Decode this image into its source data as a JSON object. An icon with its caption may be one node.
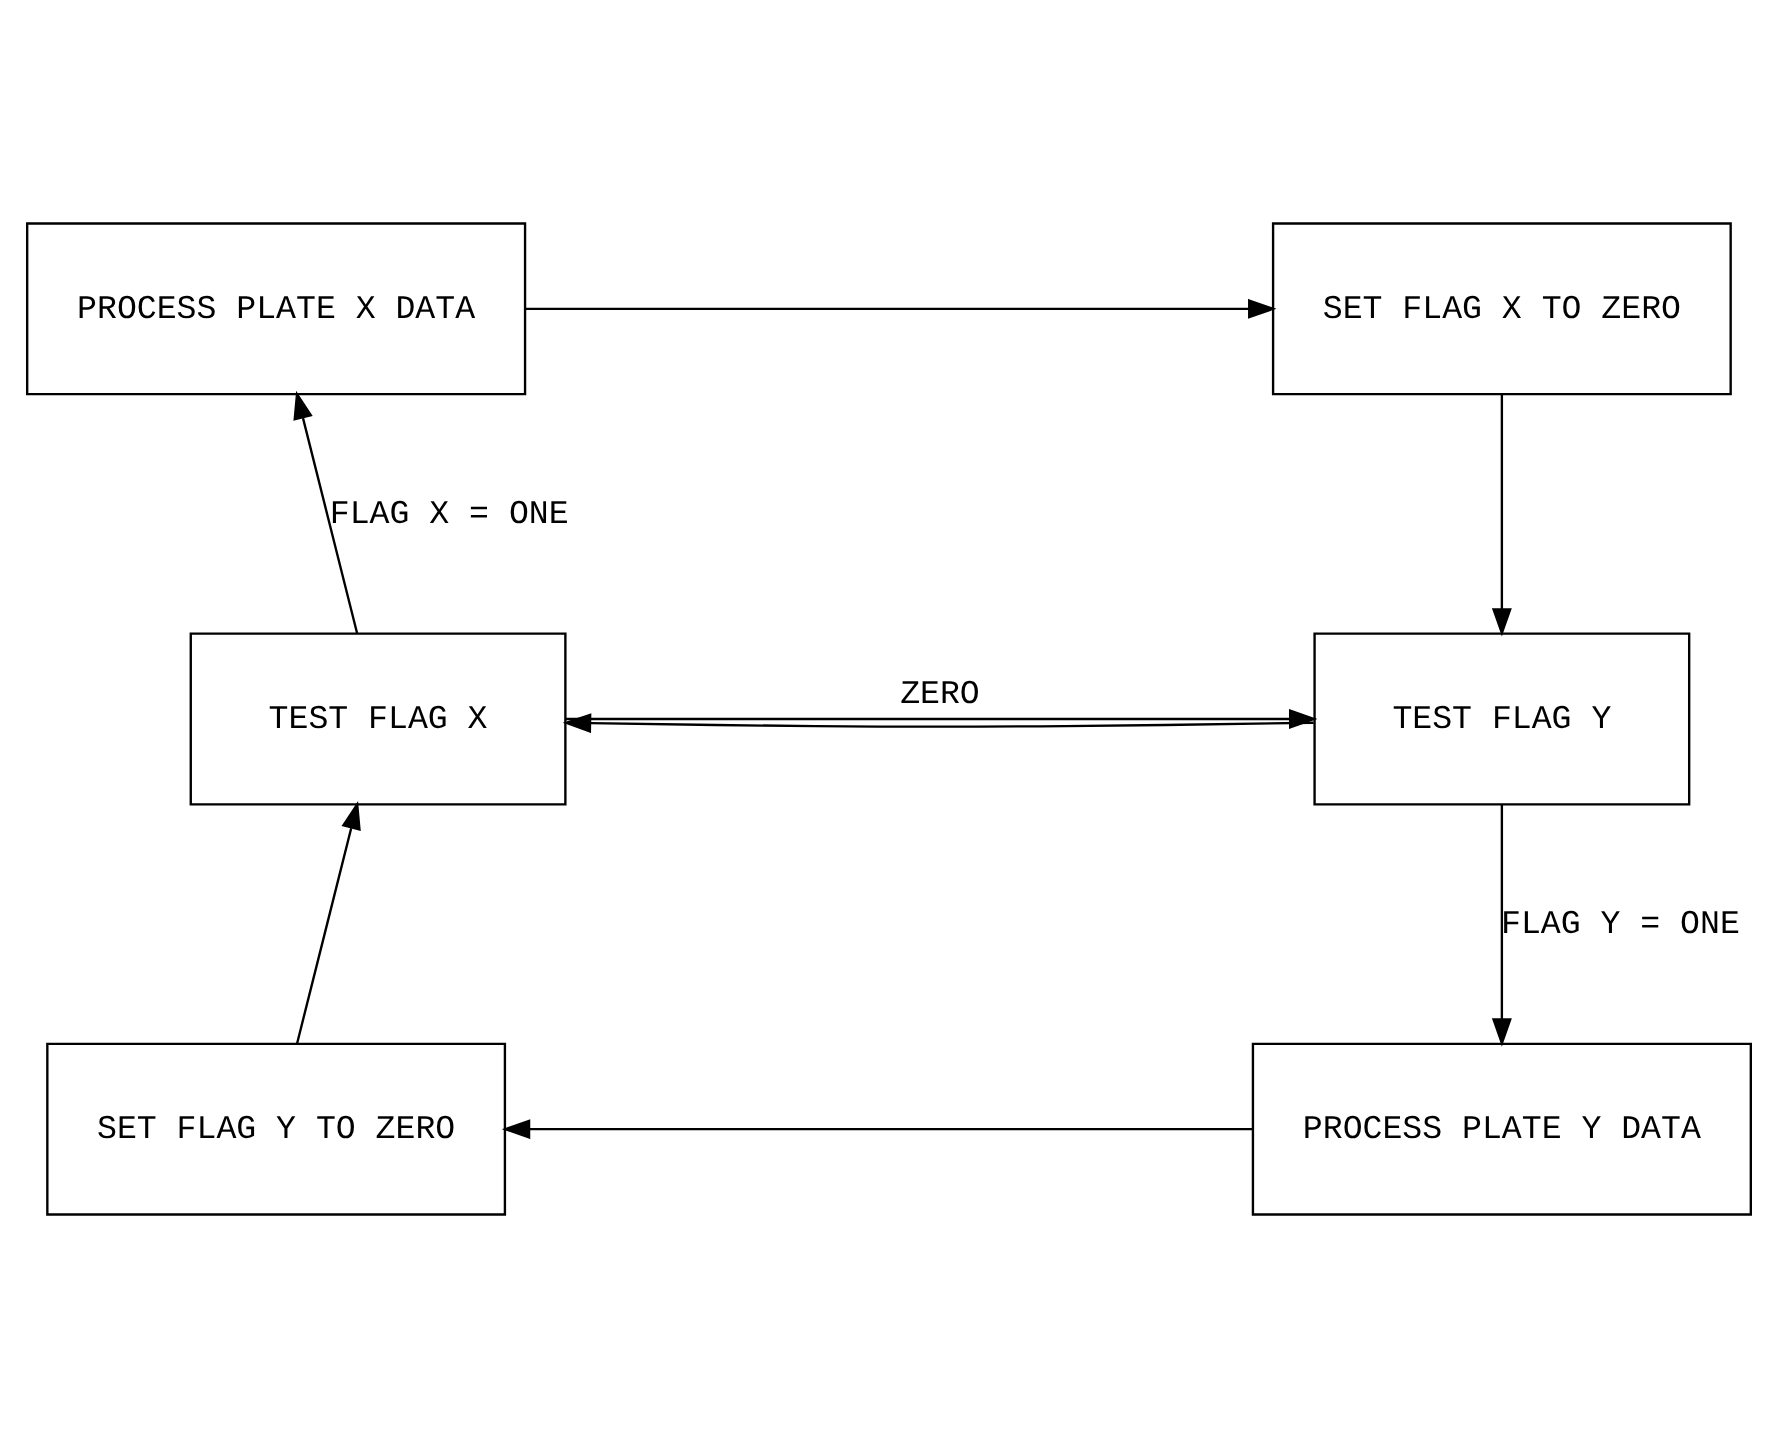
{
  "diagram": {
    "nodes": [
      {
        "text": [
          "PROCESS PLATE X DATA"
        ]
      },
      {
        "text": [
          "SET FLAG X TO ZERO"
        ]
      },
      {
        "text": [
          "TEST FLAG X"
        ]
      },
      {
        "text": [
          "TEST FLAG Y"
        ]
      },
      {
        "text": [
          "SET FLAG Y TO ZERO"
        ]
      },
      {
        "text": [
          "PROCESS PLATE Y DATA"
        ]
      }
    ],
    "edges": [
      {
        "from": 0,
        "to": 1,
        "arrow": "to"
      },
      {
        "from": 1,
        "to": 3,
        "arrow": "to"
      },
      {
        "from": 3,
        "to": 2,
        "arrow": "to"
      },
      {
        "from": 2,
        "to": 3,
        "arrow": "to",
        "label": "ZERO"
      },
      {
        "from": 3,
        "to": 5,
        "arrow": "to",
        "label": "FLAG Y = ONE"
      },
      {
        "from": 5,
        "to": 4,
        "arrow": "to"
      },
      {
        "from": 4,
        "to": 2,
        "arrow": "to"
      },
      {
        "from": 2,
        "to": 0,
        "arrow": "to",
        "label": "FLAG X = ONE"
      }
    ]
  }
}
